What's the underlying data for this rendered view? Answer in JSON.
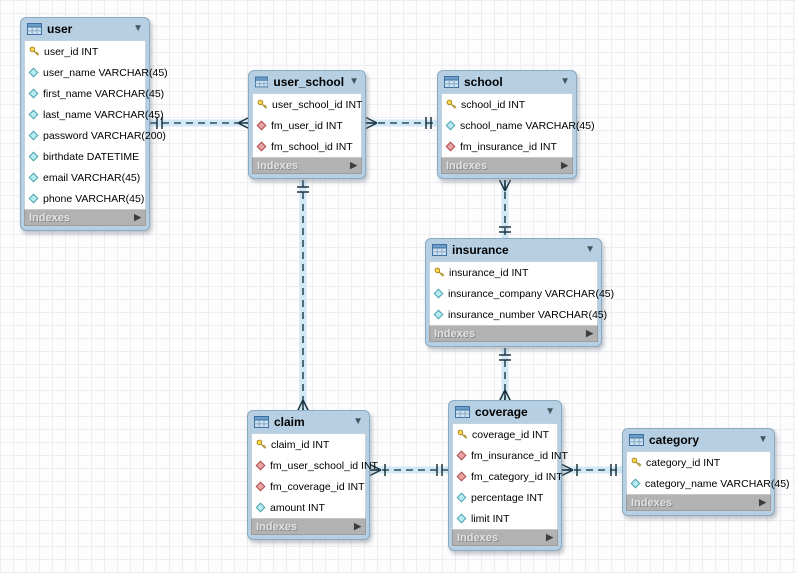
{
  "labels": {
    "indexes": "Indexes"
  },
  "icons": {
    "collapse": "▼",
    "expand": "▶"
  },
  "colors": {
    "table_frame": "#b6cfe2",
    "footer_gray": "#b2b2b2",
    "connector_dash": "#2e4d5c",
    "connector_glow": "#d2e8f5",
    "primary_key": "#ffd84d",
    "foreign_key_diamond": "#eba3a3",
    "attribute_diamond": "#b5ecf1"
  },
  "tables": {
    "user": {
      "title": "user",
      "columns": [
        {
          "type": "primary-key",
          "text": "user_id INT"
        },
        {
          "type": "attribute",
          "text": "user_name VARCHAR(45)"
        },
        {
          "type": "attribute",
          "text": "first_name VARCHAR(45)"
        },
        {
          "type": "attribute",
          "text": "last_name VARCHAR(45)"
        },
        {
          "type": "attribute",
          "text": "password VARCHAR(200)"
        },
        {
          "type": "attribute",
          "text": "birthdate DATETIME"
        },
        {
          "type": "attribute",
          "text": "email VARCHAR(45)"
        },
        {
          "type": "attribute",
          "text": "phone VARCHAR(45)"
        }
      ]
    },
    "user_school": {
      "title": "user_school",
      "columns": [
        {
          "type": "primary-key",
          "text": "user_school_id INT"
        },
        {
          "type": "foreign-key",
          "text": "fm_user_id INT"
        },
        {
          "type": "foreign-key",
          "text": "fm_school_id INT"
        }
      ]
    },
    "school": {
      "title": "school",
      "columns": [
        {
          "type": "primary-key",
          "text": "school_id INT"
        },
        {
          "type": "attribute",
          "text": "school_name VARCHAR(45)"
        },
        {
          "type": "foreign-key",
          "text": "fm_insurance_id INT"
        }
      ]
    },
    "insurance": {
      "title": "insurance",
      "columns": [
        {
          "type": "primary-key",
          "text": "insurance_id INT"
        },
        {
          "type": "attribute",
          "text": "insurance_company VARCHAR(45)"
        },
        {
          "type": "attribute",
          "text": "insurance_number VARCHAR(45)"
        }
      ]
    },
    "claim": {
      "title": "claim",
      "columns": [
        {
          "type": "primary-key",
          "text": "claim_id INT"
        },
        {
          "type": "foreign-key",
          "text": "fm_user_school_id INT"
        },
        {
          "type": "foreign-key",
          "text": "fm_coverage_id INT"
        },
        {
          "type": "attribute",
          "text": "amount INT"
        }
      ]
    },
    "coverage": {
      "title": "coverage",
      "columns": [
        {
          "type": "primary-key",
          "text": "coverage_id INT"
        },
        {
          "type": "foreign-key",
          "text": "fm_insurance_id INT"
        },
        {
          "type": "foreign-key",
          "text": "fm_category_id INT"
        },
        {
          "type": "attribute",
          "text": "percentage INT"
        },
        {
          "type": "attribute",
          "text": "limit INT"
        }
      ]
    },
    "category": {
      "title": "category",
      "columns": [
        {
          "type": "primary-key",
          "text": "category_id INT"
        },
        {
          "type": "attribute",
          "text": "category_name VARCHAR(45)"
        }
      ]
    }
  },
  "relationships": [
    {
      "from": "user",
      "to": "user_school",
      "line": "dashed-non-identifying",
      "from_end": "one-mandatory",
      "to_end": "many"
    },
    {
      "from": "school",
      "to": "user_school",
      "line": "dashed-non-identifying",
      "from_end": "one-mandatory",
      "to_end": "many"
    },
    {
      "from": "insurance",
      "to": "school",
      "line": "dashed-non-identifying",
      "from_end": "one-mandatory",
      "to_end": "many"
    },
    {
      "from": "insurance",
      "to": "coverage",
      "line": "dashed-non-identifying",
      "from_end": "one-mandatory",
      "to_end": "many"
    },
    {
      "from": "user_school",
      "to": "claim",
      "line": "dashed-non-identifying",
      "from_end": "one-mandatory",
      "to_end": "many"
    },
    {
      "from": "coverage",
      "to": "claim",
      "line": "dashed-non-identifying",
      "from_end": "one-mandatory",
      "to_end": "many"
    },
    {
      "from": "category",
      "to": "coverage",
      "line": "dashed-non-identifying",
      "from_end": "one-mandatory",
      "to_end": "many"
    }
  ]
}
